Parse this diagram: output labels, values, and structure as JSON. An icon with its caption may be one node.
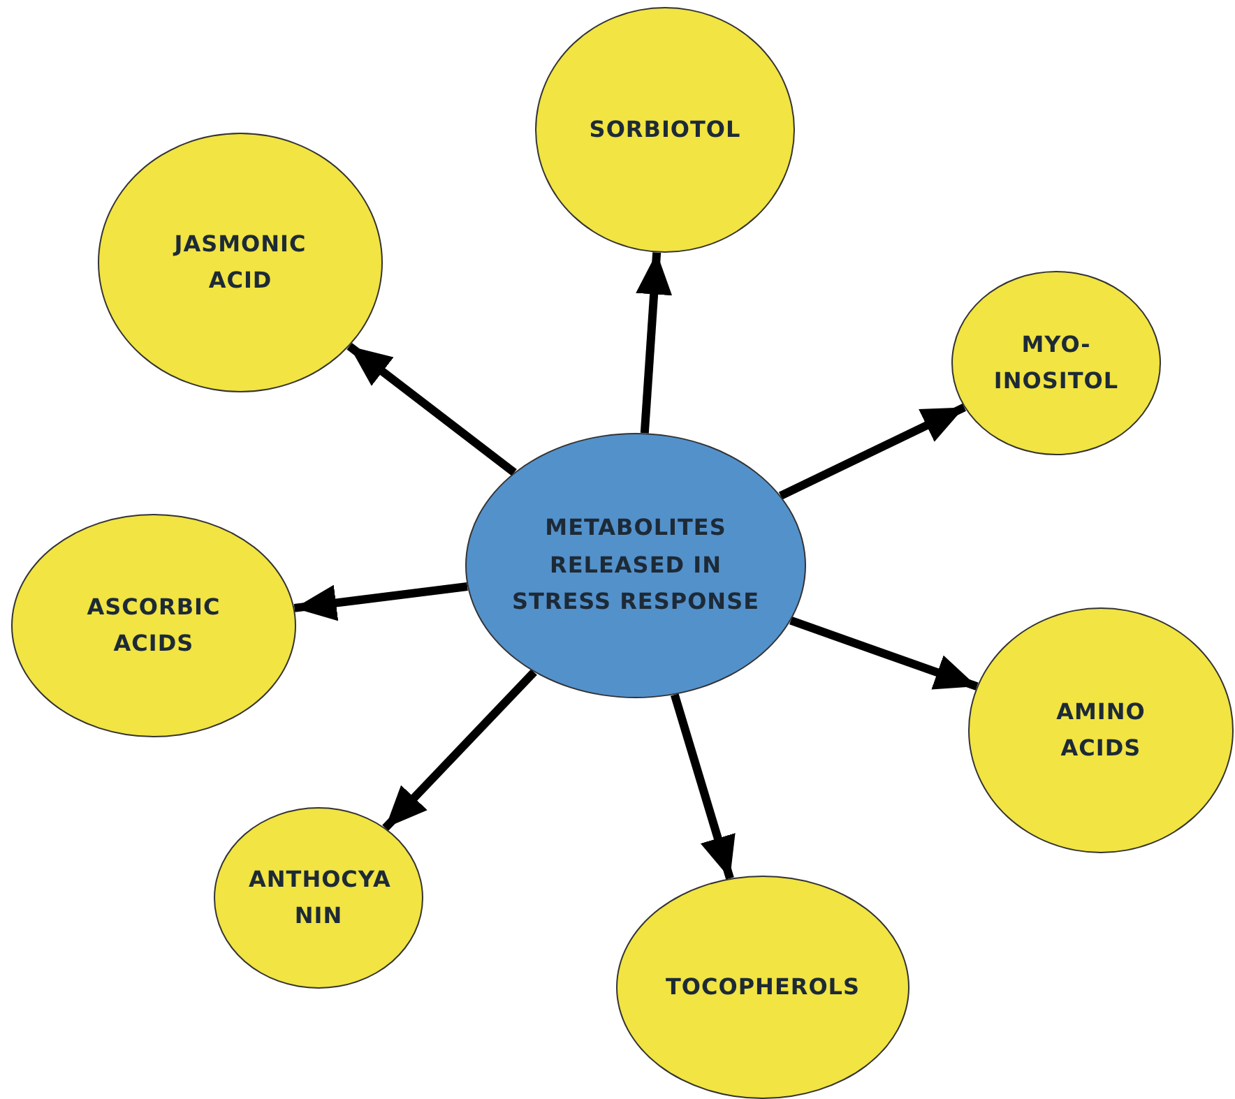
{
  "diagram": {
    "nodes": [
      {
        "text": [
          "METABOLITES RELEASED IN STRESS RESPONSE"
        ]
      },
      {
        "text": [
          "SORBIOTOL"
        ]
      },
      {
        "text": [
          "JASMONIC ACID"
        ]
      },
      {
        "text": [
          "MYO- INOSITOL"
        ]
      },
      {
        "text": [
          "ASCORBIC ACIDS"
        ]
      },
      {
        "text": [
          "AMINO ACIDS"
        ]
      },
      {
        "text": [
          "ANTHOCYA NIN"
        ]
      },
      {
        "text": [
          "TOCOPHEROLS"
        ]
      }
    ],
    "edges": [
      {
        "from": 0,
        "to": 1,
        "arrow": "to"
      },
      {
        "from": 0,
        "to": 2,
        "arrow": "to"
      },
      {
        "from": 0,
        "to": 3,
        "arrow": "to"
      },
      {
        "from": 0,
        "to": 4,
        "arrow": "to"
      },
      {
        "from": 0,
        "to": 5,
        "arrow": "to"
      },
      {
        "from": 0,
        "to": 6,
        "arrow": "to"
      },
      {
        "from": 0,
        "to": 7,
        "arrow": "to"
      }
    ]
  }
}
